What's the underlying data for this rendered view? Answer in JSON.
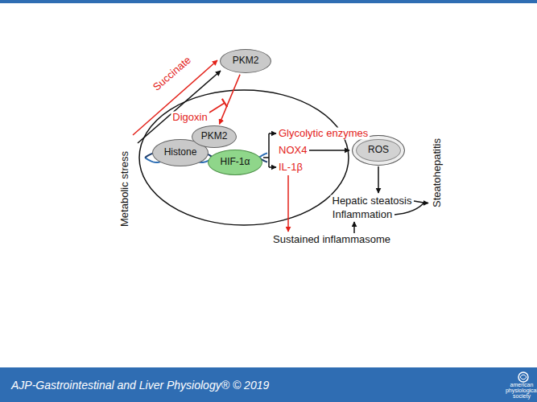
{
  "diagram": {
    "nodes": [
      {
        "text": [
          "PKM2"
        ]
      },
      {
        "text": [
          "Histone"
        ]
      },
      {
        "text": [
          "PKM2"
        ]
      },
      {
        "text": [
          "HIF-1α"
        ]
      },
      {
        "text": [
          "ROS"
        ]
      }
    ],
    "edges": [
      {
        "from": 0,
        "to": 2,
        "arrow": "to"
      }
    ],
    "labels": [
      "Metabolic stress",
      "Succinate",
      "Digoxin",
      "Glycolytic enzymes",
      "NOX4",
      "IL-1β",
      "Hepatic steatosis",
      "Inflammation",
      "Sustained inflammasome",
      "Steatohepatitis",
      "AJP-Gastrointestinal and Liver Physiology® © 2019",
      "american physiological society"
    ]
  }
}
